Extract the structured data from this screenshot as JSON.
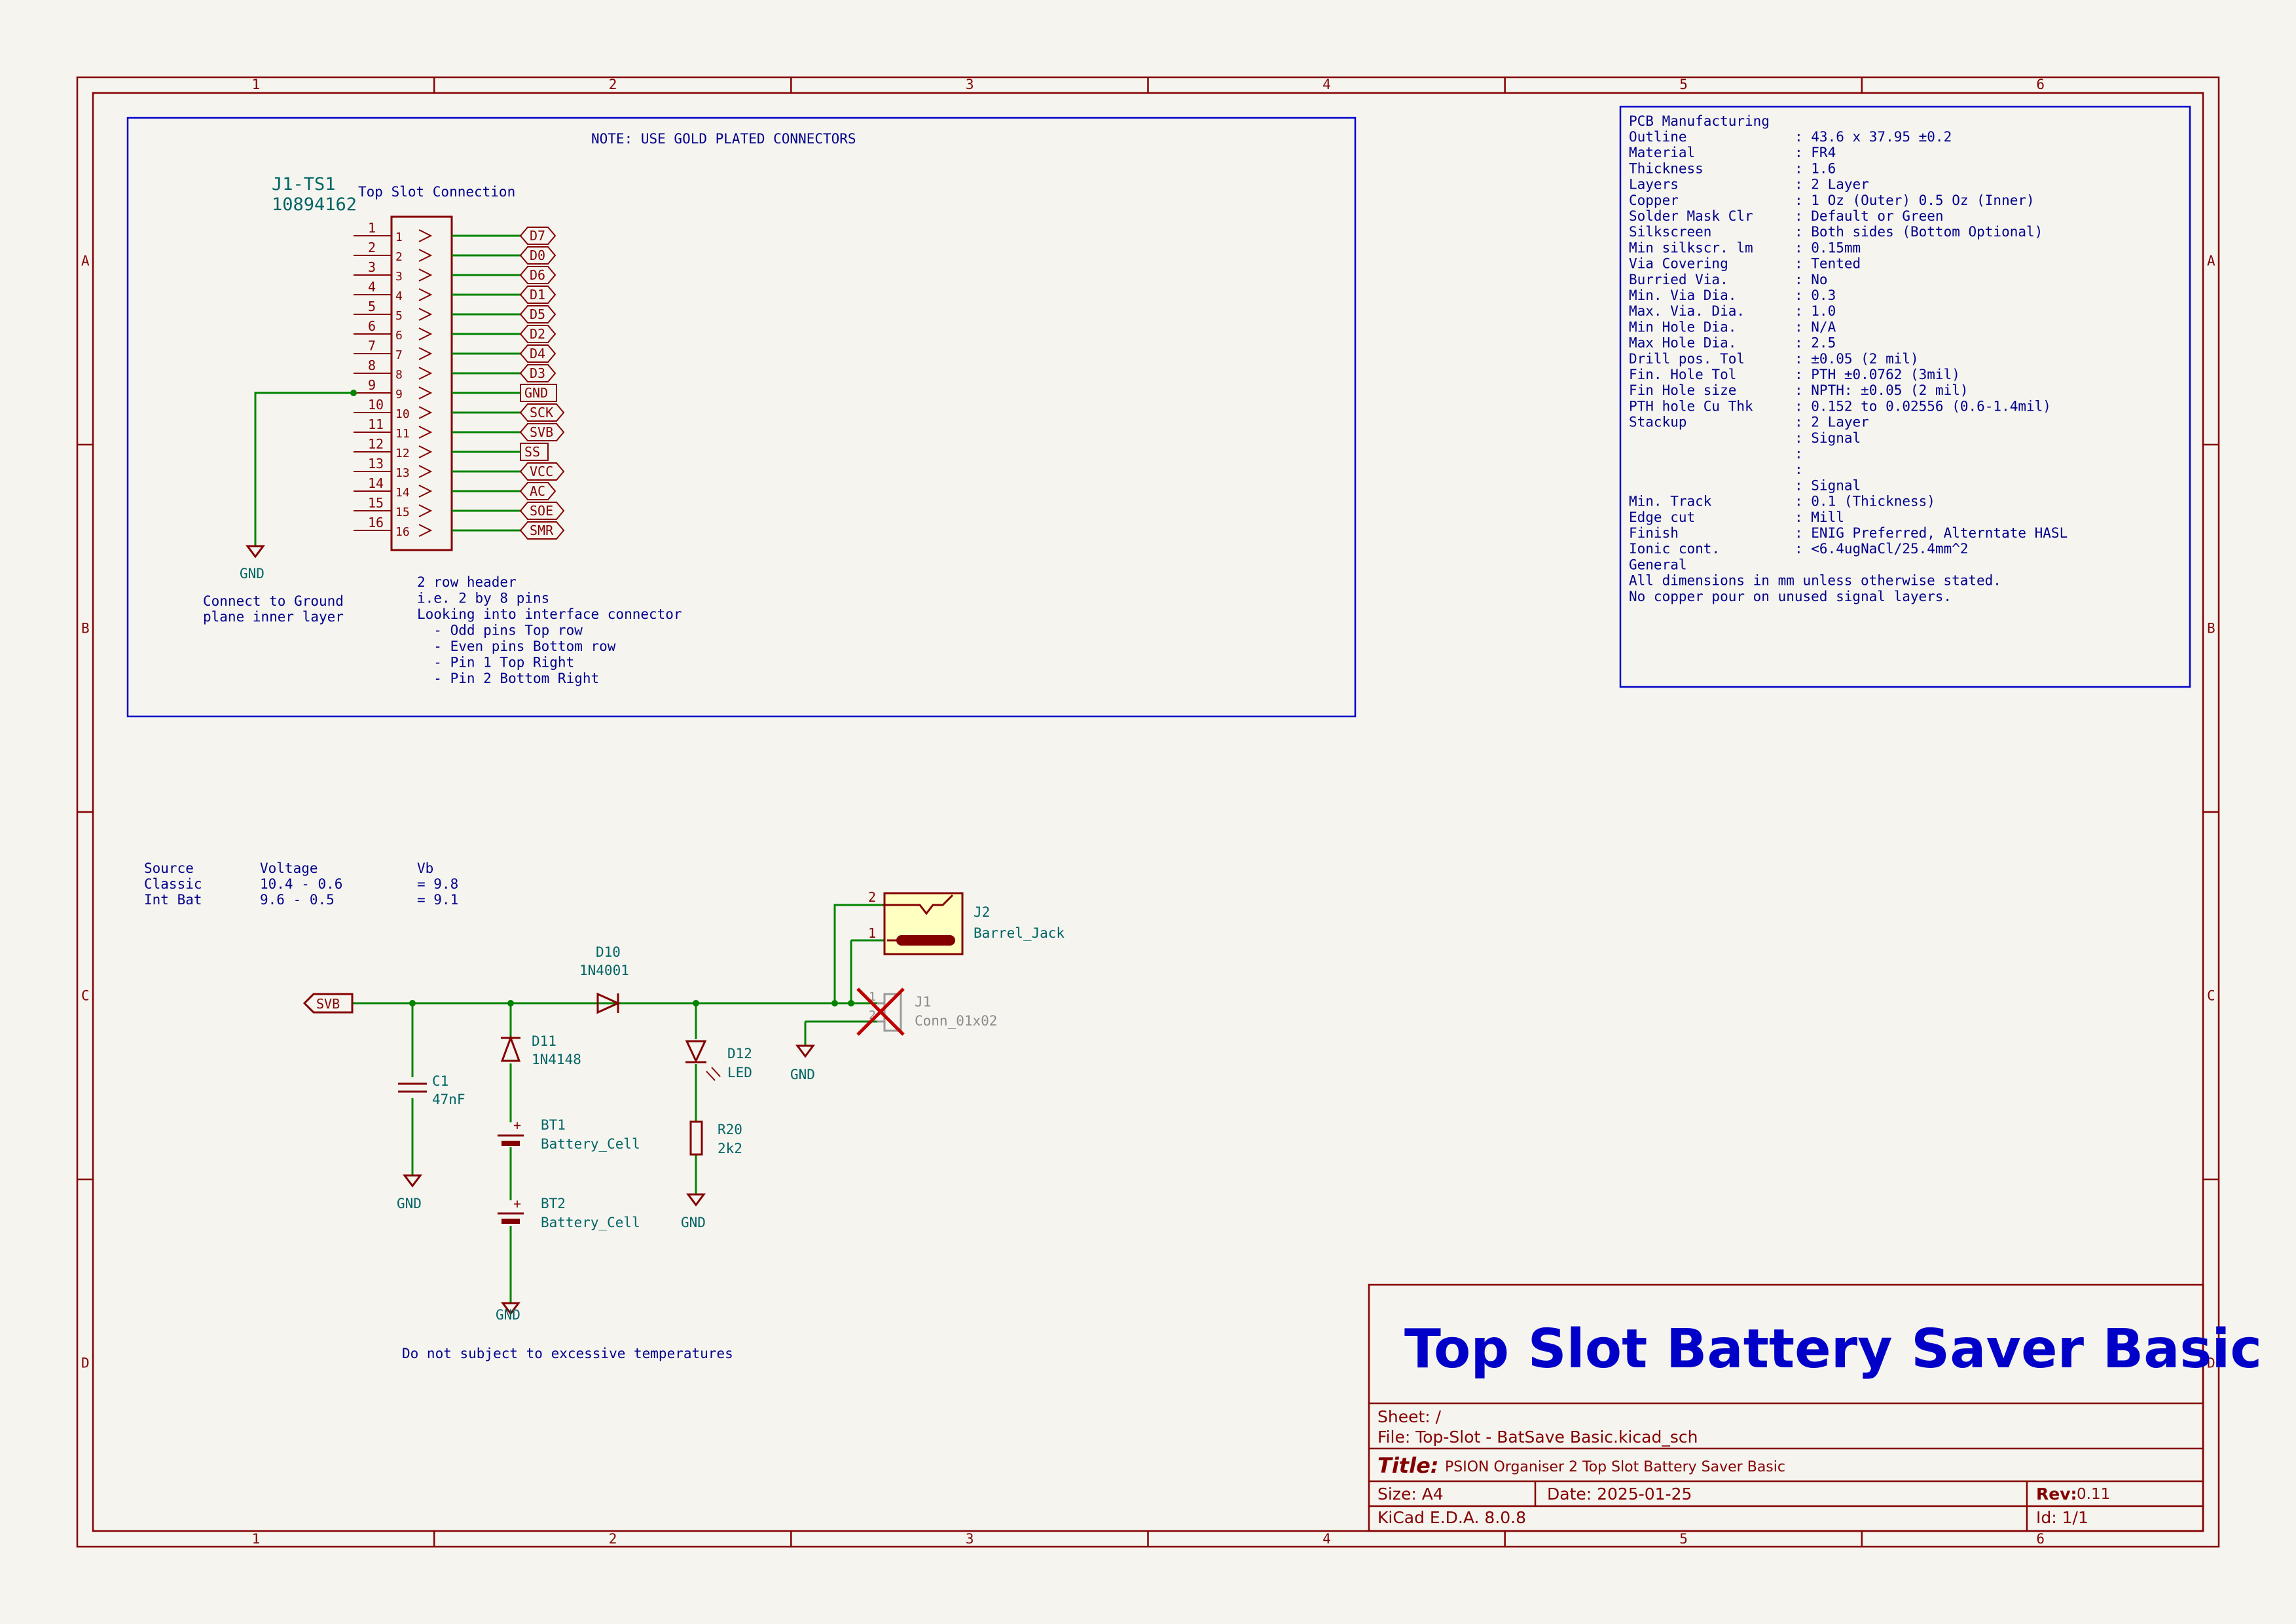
{
  "sheet": {
    "columns": [
      "1",
      "2",
      "3",
      "4",
      "5",
      "6"
    ],
    "rows": [
      "A",
      "B",
      "C",
      "D"
    ]
  },
  "connector_note": {
    "heading": "NOTE: USE GOLD PLATED CONNECTORS",
    "ref": "J1-TS1",
    "value": "10894162",
    "title": "Top Slot Connection",
    "pins": [
      {
        "num": "1",
        "label": "D7"
      },
      {
        "num": "2",
        "label": "D0"
      },
      {
        "num": "3",
        "label": "D6"
      },
      {
        "num": "4",
        "label": "D1"
      },
      {
        "num": "5",
        "label": "D5"
      },
      {
        "num": "6",
        "label": "D2"
      },
      {
        "num": "7",
        "label": "D4"
      },
      {
        "num": "8",
        "label": "D3"
      },
      {
        "num": "9",
        "label": "GND"
      },
      {
        "num": "10",
        "label": "SCK"
      },
      {
        "num": "11",
        "label": "SVB"
      },
      {
        "num": "12",
        "label": "SS"
      },
      {
        "num": "13",
        "label": "VCC"
      },
      {
        "num": "14",
        "label": "AC"
      },
      {
        "num": "15",
        "label": "SOE"
      },
      {
        "num": "16",
        "label": "SMR"
      }
    ],
    "gnd_label": "GND",
    "gnd_note": [
      "Connect to Ground",
      "plane inner layer"
    ],
    "header_notes": [
      "2 row header",
      "i.e. 2 by 8 pins",
      "Looking into interface connector",
      "  - Odd pins Top row",
      "  - Even pins Bottom row",
      "  - Pin 1 Top Right",
      "  - Pin 2 Bottom Right"
    ]
  },
  "pcb_manufacturing": {
    "heading": "PCB Manufacturing",
    "rows": [
      {
        "key": "Outline",
        "value": ": 43.6 x 37.95 ±0.2"
      },
      {
        "key": "Material",
        "value": ": FR4"
      },
      {
        "key": "Thickness",
        "value": ": 1.6"
      },
      {
        "key": "Layers",
        "value": ": 2 Layer"
      },
      {
        "key": "Copper",
        "value": ": 1 Oz (Outer) 0.5 Oz (Inner)"
      },
      {
        "key": "Solder Mask Clr",
        "value": ": Default or Green"
      },
      {
        "key": "Silkscreen",
        "value": ": Both sides (Bottom Optional)"
      },
      {
        "key": "Min silkscr. lm",
        "value": ": 0.15mm"
      },
      {
        "key": "Via Covering",
        "value": ": Tented"
      },
      {
        "key": "Burried Via.",
        "value": ": No"
      },
      {
        "key": "Min. Via Dia.",
        "value": ": 0.3"
      },
      {
        "key": "Max. Via. Dia.",
        "value": ": 1.0"
      },
      {
        "key": "Min Hole Dia.",
        "value": ": N/A"
      },
      {
        "key": "Max Hole Dia.",
        "value": ": 2.5"
      },
      {
        "key": "Drill pos. Tol",
        "value": ": ±0.05 (2 mil)"
      },
      {
        "key": "Fin. Hole Tol",
        "value": ": PTH ±0.0762 (3mil)"
      },
      {
        "key": "Fin Hole size",
        "value": ": NPTH: ±0.05 (2 mil)"
      },
      {
        "key": "PTH hole Cu Thk",
        "value": ": 0.152 to 0.02556 (0.6-1.4mil)"
      },
      {
        "key": "Stackup",
        "value": ": 2 Layer"
      },
      {
        "key": "",
        "value": ": Signal"
      },
      {
        "key": "",
        "value": ":"
      },
      {
        "key": "",
        "value": ":"
      },
      {
        "key": "",
        "value": ": Signal"
      },
      {
        "key": "Min. Track",
        "value": ": 0.1 (Thickness)"
      },
      {
        "key": "Edge cut",
        "value": ": Mill"
      },
      {
        "key": "Finish",
        "value": ": ENIG Preferred, Alterntate HASL"
      },
      {
        "key": "Ionic cont.",
        "value": ": <6.4ugNaCl/25.4mm^2"
      },
      {
        "key": "General",
        "value": ""
      },
      {
        "key": "All dimensions in mm unless otherwise stated.",
        "value": ""
      },
      {
        "key": "No copper pour on unused signal layers.",
        "value": ""
      }
    ]
  },
  "voltage_table": {
    "headers": [
      "Source",
      "Voltage",
      "Vb"
    ],
    "rows": [
      [
        "Classic",
        "10.4 - 0.6",
        "= 9.8"
      ],
      [
        "Int Bat",
        "9.6 - 0.5",
        "= 9.1"
      ]
    ]
  },
  "circuit": {
    "svb_label": "SVB",
    "gnd": "GND",
    "c1": {
      "ref": "C1",
      "value": "47nF"
    },
    "d11": {
      "ref": "D11",
      "value": "1N4148"
    },
    "bt1": {
      "ref": "BT1",
      "value": "Battery_Cell"
    },
    "bt2": {
      "ref": "BT2",
      "value": "Battery_Cell"
    },
    "d10": {
      "ref": "D10",
      "value": "1N4001"
    },
    "d12": {
      "ref": "D12",
      "value": "LED"
    },
    "r20": {
      "ref": "R20",
      "value": "2k2"
    },
    "j2": {
      "ref": "J2",
      "value": "Barrel_Jack",
      "pin_top": "2",
      "pin_bottom": "1"
    },
    "j1": {
      "ref": "J1",
      "value": "Conn_01x02",
      "pin_top": "1",
      "pin_bottom": "2"
    },
    "plus": "+",
    "temp_note": "Do not subject to excessive temperatures"
  },
  "title_block": {
    "big_title": "Top Slot Battery Saver Basic",
    "sheet": "Sheet: /",
    "file": "File: Top-Slot - BatSave Basic.kicad_sch",
    "title_label": "Title:",
    "title": "PSION Organiser 2 Top Slot Battery Saver Basic",
    "size": "Size: A4",
    "date": "Date: 2025-01-25",
    "rev_label": "Rev:",
    "rev": "0.11",
    "kicad": "KiCad E.D.A. 8.0.8",
    "id": "Id: 1/1"
  }
}
